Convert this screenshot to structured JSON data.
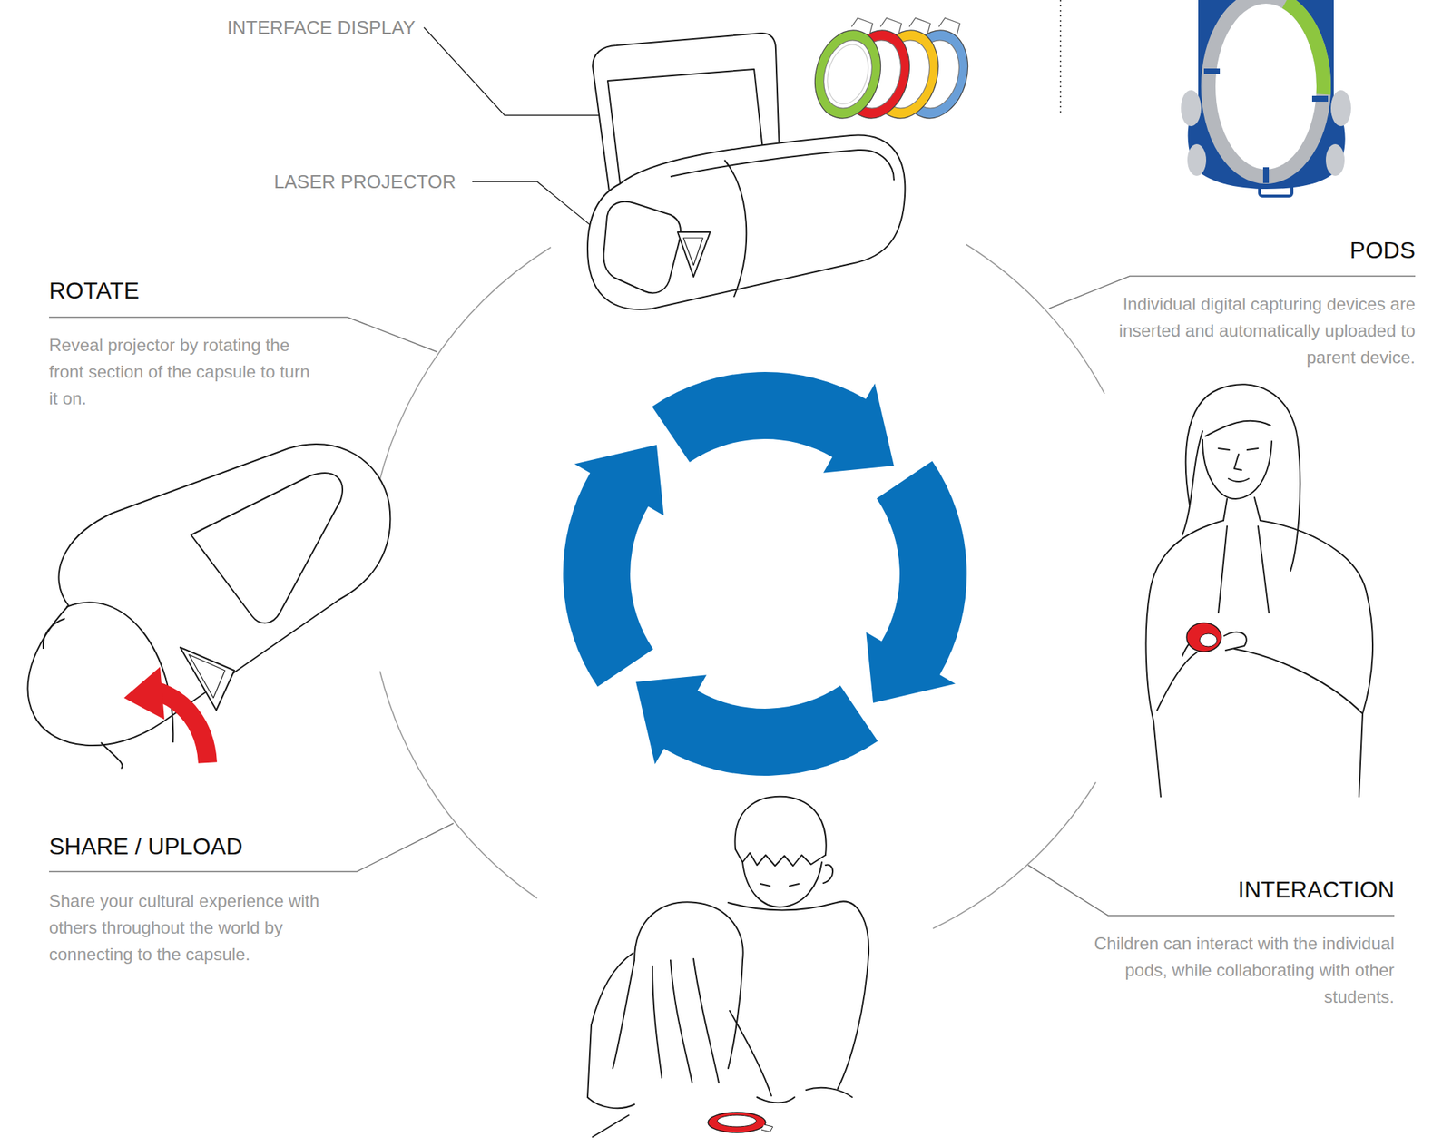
{
  "diagram": {
    "labels": [
      "INTERFACE DISPLAY",
      "LASER PROJECTOR",
      "PODS",
      "Individual digital capturing devices are inserted and automatically uploaded to parent device.",
      "ROTATE",
      "Reveal projector by rotating the front section of the capsule to turn it on.",
      "SHARE / UPLOAD",
      "Share your cultural experience with others throughout the world by connecting to the capsule.",
      "INTERACTION",
      "Children can interact with the individual pods, while collaborating with other students."
    ]
  }
}
